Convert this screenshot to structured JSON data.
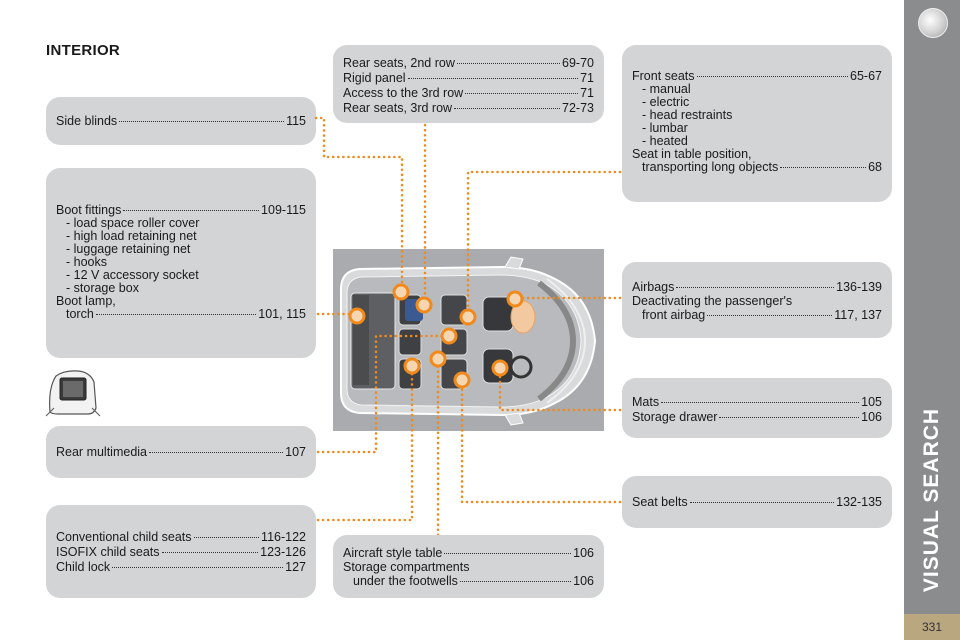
{
  "page": {
    "title": "INTERIOR",
    "sidebar_title": "VISUAL SEARCH",
    "page_number": "331"
  },
  "colors": {
    "box_bg": "#d3d4d6",
    "accent_orange": "#f08a1c",
    "sidebar": "#8a8c8e",
    "page_tab": "#b9a77f"
  },
  "boxes": {
    "side_blinds": {
      "entries": [
        {
          "label": "Side blinds",
          "page": "115"
        }
      ]
    },
    "boot": {
      "entry1": {
        "label": "Boot fittings",
        "page": "109-115"
      },
      "subs": [
        "load space roller cover",
        "high load retaining net",
        "luggage retaining net",
        "hooks",
        "12 V accessory socket",
        "storage box"
      ],
      "line2": "Boot lamp,",
      "entry2": {
        "label": "torch",
        "page": "101, 115"
      }
    },
    "rear_multimedia": {
      "entry": {
        "label": "Rear multimedia",
        "page": "107"
      }
    },
    "child_seats": {
      "entries": [
        {
          "label": "Conventional child seats",
          "page": "116-122"
        },
        {
          "label": "ISOFIX child seats",
          "page": "123-126"
        },
        {
          "label": "Child lock",
          "page": "127"
        }
      ]
    },
    "rear_seats": {
      "entries": [
        {
          "label": "Rear seats, 2nd row",
          "page": "69-70"
        },
        {
          "label": "Rigid panel",
          "page": "71"
        },
        {
          "label": "Access to the 3rd row",
          "page": "71"
        },
        {
          "label": "Rear seats, 3rd row",
          "page": "72-73"
        }
      ]
    },
    "aircraft": {
      "entry1": {
        "label": "Aircraft style table",
        "page": "106"
      },
      "line2": "Storage compartments",
      "entry2": {
        "label": "under the footwells",
        "page": "106"
      }
    },
    "front_seats": {
      "entry1": {
        "label": "Front seats",
        "page": "65-67"
      },
      "subs": [
        "manual",
        "electric",
        "head restraints",
        "lumbar",
        "heated"
      ],
      "line2": "Seat in table position,",
      "entry2": {
        "label": "transporting long objects",
        "page": "68"
      }
    },
    "airbags": {
      "entry1": {
        "label": "Airbags",
        "page": "136-139"
      },
      "line2": "Deactivating the passenger's",
      "entry2": {
        "label": "front airbag",
        "page": "117, 137"
      }
    },
    "mats": {
      "entries": [
        {
          "label": "Mats",
          "page": "105"
        },
        {
          "label": "Storage drawer",
          "page": "106"
        }
      ]
    },
    "seat_belts": {
      "entry": {
        "label": "Seat belts",
        "page": "132-135"
      }
    }
  }
}
